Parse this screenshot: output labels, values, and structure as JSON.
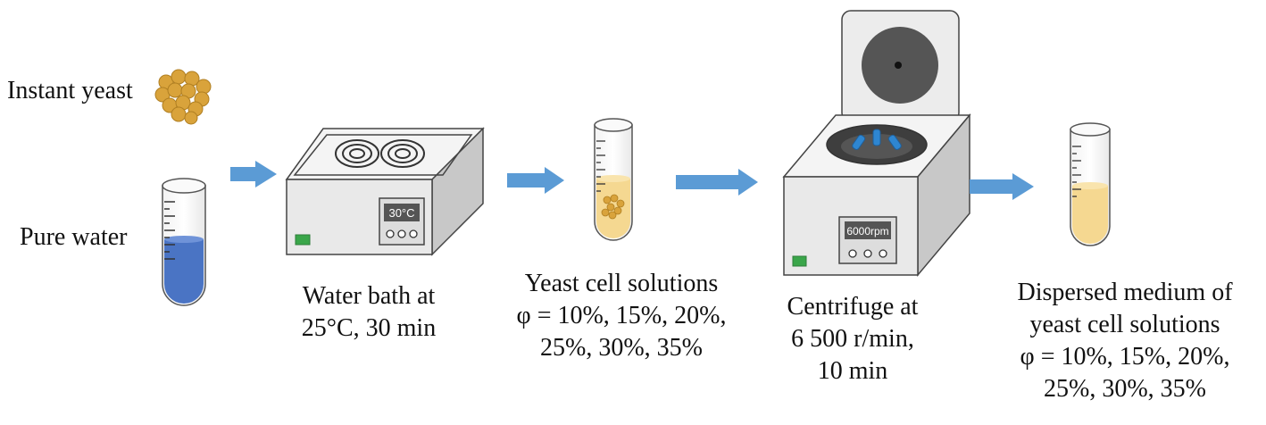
{
  "inputs": {
    "yeast_label": "Instant yeast",
    "water_label": "Pure water"
  },
  "water_bath": {
    "display": "30°C",
    "caption": [
      "Water bath at",
      "25°C, 30 min"
    ]
  },
  "yeast_solution": {
    "caption": [
      "Yeast cell solutions",
      "φ = 10%, 15%, 20%,",
      "25%, 30%, 35%"
    ]
  },
  "centrifuge": {
    "display": "6000rpm",
    "caption": [
      "Centrifuge at",
      "6 500 r/min,",
      "10 min"
    ]
  },
  "dispersed_medium": {
    "caption": [
      "Dispersed medium of",
      "yeast cell solutions",
      "φ = 10%, 15%, 20%,",
      "25%, 30%, 35%"
    ]
  },
  "colors": {
    "arrow": "#5b9bd5",
    "water": "#4a74c4",
    "yeast": "#d9a33b",
    "yeast_liquid": "#f5d891",
    "device_front": "#e9e9e9",
    "device_top": "#f4f4f4",
    "device_side": "#c8c8c8",
    "green_button": "#3aa64a"
  }
}
